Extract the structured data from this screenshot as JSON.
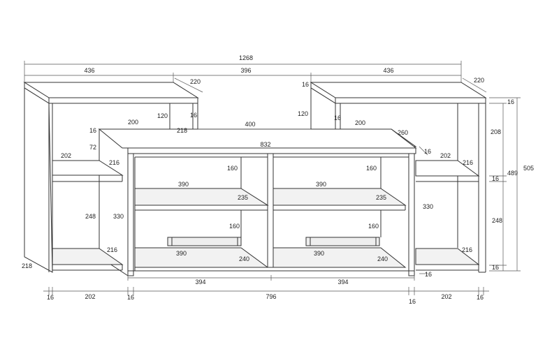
{
  "dimensions": {
    "overall_width": "1268",
    "left_top_width": "436",
    "middle_gap": "396",
    "right_top_width": "436",
    "left_top_depth": "220",
    "right_top_depth": "220",
    "left_top_thickness_b": "16",
    "right_top_offset": "16",
    "left_riser_height": "120",
    "left_riser_depth": "218",
    "right_riser_height": "120",
    "right_riser_thickness": "16",
    "left_mid_width": "200",
    "middle_bridge": "400",
    "right_mid_width": "200",
    "right_mid_depth": "260",
    "left_board": "16",
    "left_height_72": "72",
    "center_top_width": "832",
    "center_top_thickness": "16",
    "left_shelf_width": "202",
    "left_shelf_depth": "216",
    "left_lower_height": "248",
    "center_height": "330",
    "left_bottom_depth": "216",
    "left_side_depth": "218",
    "c1_top": "160",
    "c1_shelf_width": "390",
    "c1_shelf_depth": "235",
    "c1_lower": "160",
    "c1_drawer_width": "390",
    "c1_drawer_depth": "240",
    "c2_top": "160",
    "c2_shelf_width": "390",
    "c2_shelf_depth": "235",
    "c2_lower": "160",
    "c2_drawer_width": "390",
    "c2_drawer_depth": "240",
    "right_center_height": "330",
    "right_shelf_width": "202",
    "right_shelf_depth": "216",
    "right_lower_height": "248",
    "right_bottom_depth": "216",
    "right_208": "208",
    "right_489": "489",
    "right_505": "505",
    "right_16_a": "16",
    "right_16_b": "16",
    "right_16_c": "16",
    "bottom_16_c": "16",
    "door_left_width": "394",
    "door_right_width": "394",
    "b_16_1": "16",
    "b_202_1": "202",
    "b_16_2": "16",
    "b_796": "796",
    "b_16_3": "16",
    "b_202_2": "202",
    "b_16_4": "16"
  }
}
